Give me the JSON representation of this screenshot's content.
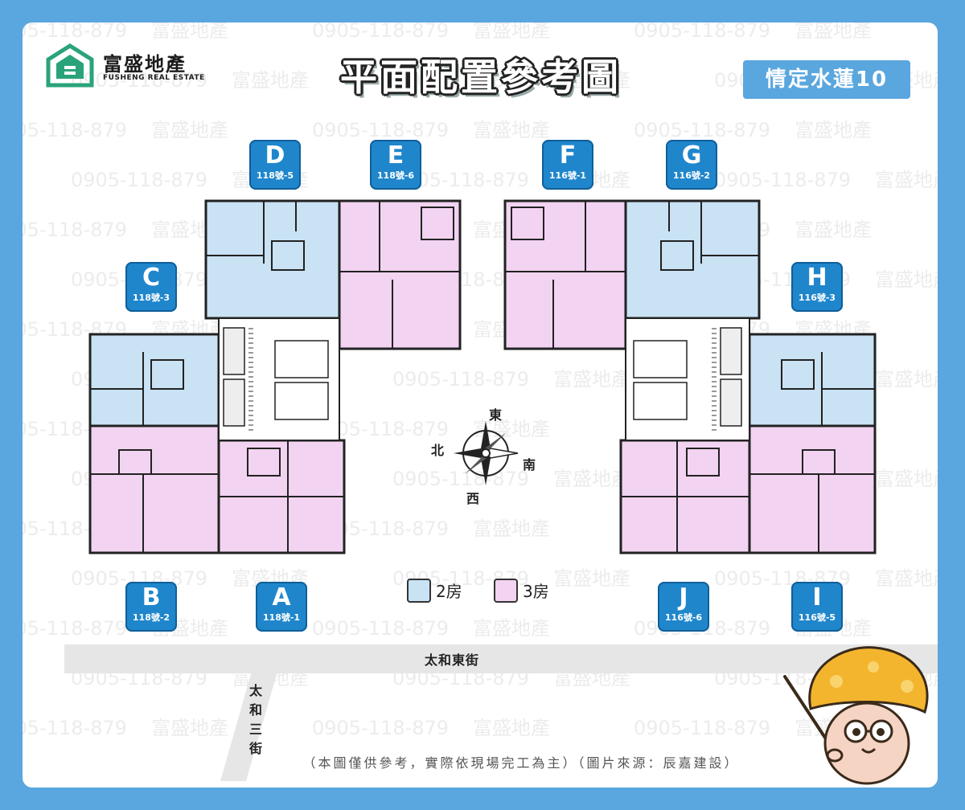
{
  "company": {
    "name": "富盛地產",
    "name_en": "FUSHENG REAL ESTATE"
  },
  "title": "平面配置參考圖",
  "project_name": "情定水蓮10",
  "watermark": {
    "brand": "富盛地產",
    "phone": "0905-118-879"
  },
  "units": [
    {
      "letter": "D",
      "number": "118號-5",
      "rooms": 2
    },
    {
      "letter": "E",
      "number": "118號-6",
      "rooms": 3
    },
    {
      "letter": "F",
      "number": "116號-1",
      "rooms": 3
    },
    {
      "letter": "G",
      "number": "116號-2",
      "rooms": 2
    },
    {
      "letter": "C",
      "number": "118號-3",
      "rooms": 2
    },
    {
      "letter": "H",
      "number": "116號-3",
      "rooms": 2
    },
    {
      "letter": "B",
      "number": "118號-2",
      "rooms": 3
    },
    {
      "letter": "A",
      "number": "118號-1",
      "rooms": 3
    },
    {
      "letter": "J",
      "number": "116號-6",
      "rooms": 3
    },
    {
      "letter": "I",
      "number": "116號-5",
      "rooms": 3
    }
  ],
  "compass": {
    "east": "東",
    "west": "西",
    "south": "南",
    "north": "北"
  },
  "legend": [
    {
      "label": "2房",
      "color": "#c9e2f4"
    },
    {
      "label": "3房",
      "color": "#f2d3f1"
    }
  ],
  "streets": {
    "main": "太和東街",
    "side": "太和三街"
  },
  "footnote": "（本圖僅供參考，實際依現場完工為主）（圖片來源：辰嘉建設）"
}
